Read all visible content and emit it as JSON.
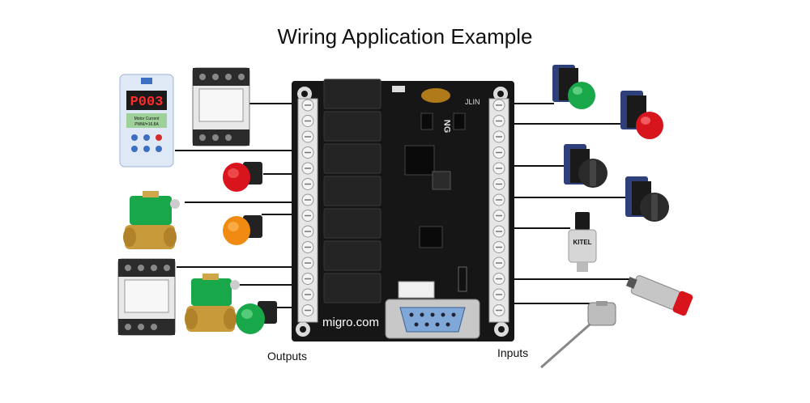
{
  "title": "Wiring Application Example",
  "labels": {
    "outputs": "Outputs",
    "inputs": "Inputs"
  },
  "watermark": "migro.com",
  "board_markings": {
    "model": "JLIN",
    "side": "NG"
  },
  "display": {
    "readout": "P003",
    "text_line1": "Motor Current",
    "text_line2": "PWM/=16.8A"
  },
  "sensor_brand": "KITEL",
  "colors": {
    "board": "#1a1a1a",
    "terminal": "#e9e9e9",
    "relay": "#222222",
    "wire": "#111111",
    "green": "#18a84a",
    "red": "#d8141c",
    "orange": "#f08a10",
    "brass": "#c99a3a",
    "db9": "#7fa8d8"
  },
  "output_devices": [
    "contactor",
    "vfd-panel",
    "red-indicator-lamp",
    "solenoid-valve",
    "orange-indicator-lamp",
    "contactor",
    "solenoid-valve",
    "green-indicator-lamp"
  ],
  "input_devices": [
    "green-push-button",
    "red-push-button",
    "black-selector-switch",
    "black-selector-switch",
    "pressure-sensor",
    "proximity-sensor",
    "temperature-probe"
  ]
}
